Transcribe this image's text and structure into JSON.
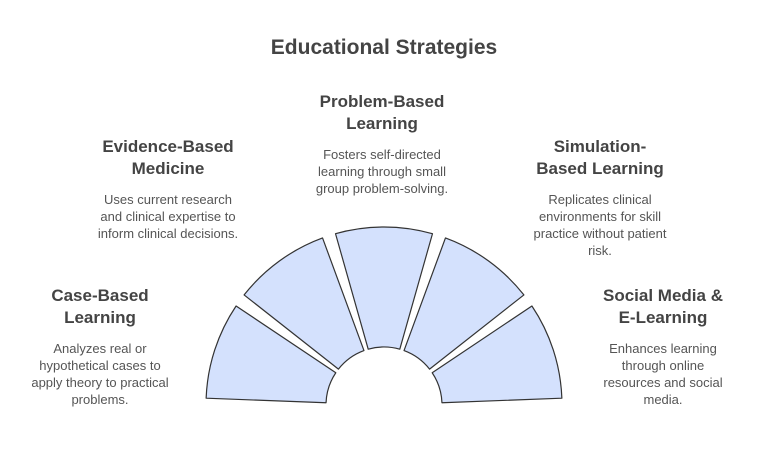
{
  "title": "Educational Strategies",
  "colors": {
    "segment_fill": "#d4e1fd",
    "segment_stroke": "#333333",
    "text": "#444444"
  },
  "strategies": [
    {
      "name_lines": [
        "Case-Based",
        "Learning"
      ],
      "desc_lines": [
        "Analyzes real or",
        "hypothetical cases to",
        "apply theory to practical",
        "problems."
      ]
    },
    {
      "name_lines": [
        "Evidence-Based",
        "Medicine"
      ],
      "desc_lines": [
        "Uses current research",
        "and clinical expertise to",
        "inform clinical decisions."
      ]
    },
    {
      "name_lines": [
        "Problem-Based",
        "Learning"
      ],
      "desc_lines": [
        "Fosters self-directed",
        "learning through small",
        "group problem-solving."
      ]
    },
    {
      "name_lines": [
        "Simulation-",
        "Based Learning"
      ],
      "desc_lines": [
        "Replicates clinical",
        "environments for skill",
        "practice without patient",
        "risk."
      ]
    },
    {
      "name_lines": [
        "Social Media &",
        "E-Learning"
      ],
      "desc_lines": [
        "Enhances learning",
        "through online",
        "resources and social",
        "media."
      ]
    }
  ]
}
